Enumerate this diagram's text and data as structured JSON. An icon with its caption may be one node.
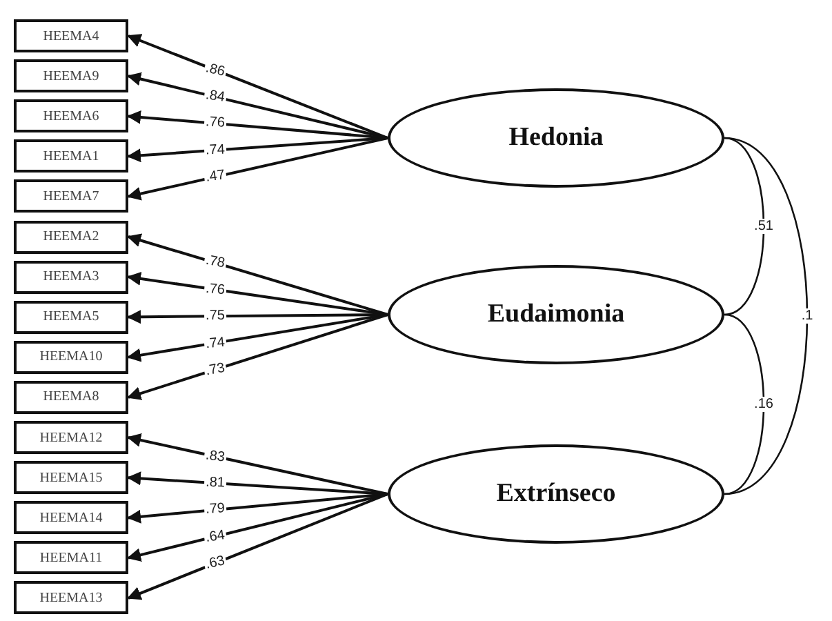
{
  "diagram": {
    "nodes": [
      {
        "text": [
          "HEEMA4"
        ]
      },
      {
        "text": [
          "HEEMA9"
        ]
      },
      {
        "text": [
          "HEEMA6"
        ]
      },
      {
        "text": [
          "HEEMA1"
        ]
      },
      {
        "text": [
          "HEEMA7"
        ]
      },
      {
        "text": [
          "HEEMA2"
        ]
      },
      {
        "text": [
          "HEEMA3"
        ]
      },
      {
        "text": [
          "HEEMA5"
        ]
      },
      {
        "text": [
          "HEEMA10"
        ]
      },
      {
        "text": [
          "HEEMA8"
        ]
      },
      {
        "text": [
          "HEEMA12"
        ]
      },
      {
        "text": [
          "HEEMA15"
        ]
      },
      {
        "text": [
          "HEEMA14"
        ]
      },
      {
        "text": [
          "HEEMA11"
        ]
      },
      {
        "text": [
          "HEEMA13"
        ]
      },
      {
        "text": [
          "Hedonia"
        ]
      },
      {
        "text": [
          "Eudaimonia"
        ]
      },
      {
        "text": [
          "Extrínseco"
        ]
      }
    ],
    "edges": [
      {
        "from": 15,
        "to": 0,
        "arrow": "to",
        "label": ".86"
      },
      {
        "from": 15,
        "to": 1,
        "arrow": "to",
        "label": ".84"
      },
      {
        "from": 15,
        "to": 2,
        "arrow": "to",
        "label": ".76"
      },
      {
        "from": 15,
        "to": 3,
        "arrow": "to",
        "label": ".74"
      },
      {
        "from": 15,
        "to": 4,
        "arrow": "to",
        "label": ".47"
      },
      {
        "from": 16,
        "to": 5,
        "arrow": "to",
        "label": ".78"
      },
      {
        "from": 16,
        "to": 6,
        "arrow": "to",
        "label": ".76"
      },
      {
        "from": 16,
        "to": 7,
        "arrow": "to",
        "label": ".75"
      },
      {
        "from": 16,
        "to": 8,
        "arrow": "to",
        "label": ".74"
      },
      {
        "from": 16,
        "to": 9,
        "arrow": "to",
        "label": ".73"
      },
      {
        "from": 17,
        "to": 10,
        "arrow": "to",
        "label": ".83"
      },
      {
        "from": 17,
        "to": 11,
        "arrow": "to",
        "label": ".81"
      },
      {
        "from": 17,
        "to": 12,
        "arrow": "to",
        "label": ".79"
      },
      {
        "from": 17,
        "to": 13,
        "arrow": "to",
        "label": ".64"
      },
      {
        "from": 17,
        "to": 14,
        "arrow": "to",
        "label": ".63"
      },
      {
        "from": 15,
        "to": 16,
        "arrow": "none",
        "label": ".51"
      },
      {
        "from": 16,
        "to": 17,
        "arrow": "none",
        "label": ".16"
      },
      {
        "from": 15,
        "to": 17,
        "arrow": "none",
        "label": ".1"
      }
    ]
  }
}
